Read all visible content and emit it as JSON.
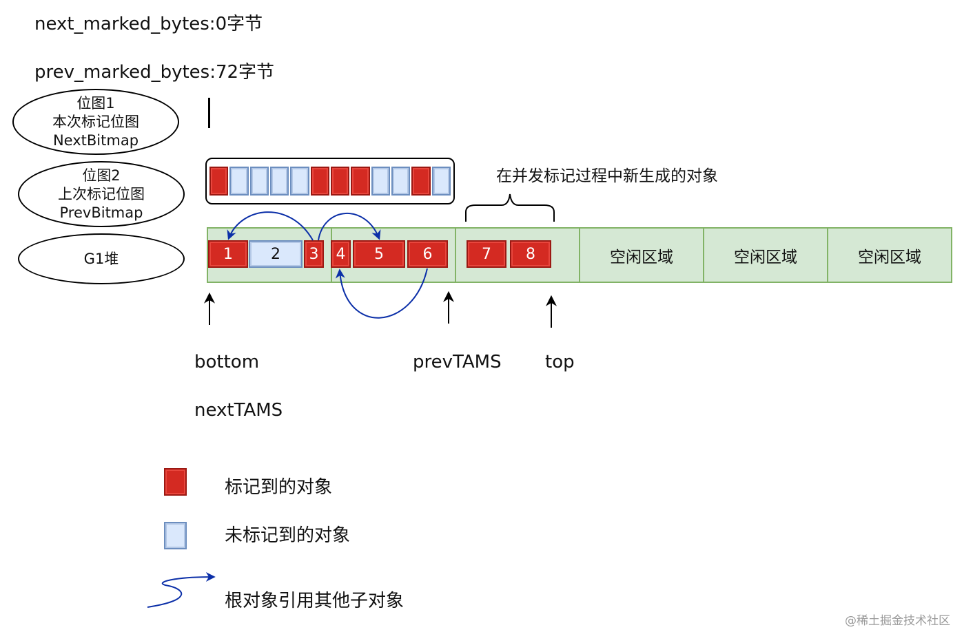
{
  "header": {
    "next_marked_bytes": "next_marked_bytes:0字节",
    "prev_marked_bytes": "prev_marked_bytes:72字节"
  },
  "ellipses": [
    {
      "lines": [
        "位图1",
        "本次标记位图",
        "NextBitmap"
      ]
    },
    {
      "lines": [
        "位图2",
        "上次标记位图",
        "PrevBitmap"
      ]
    },
    {
      "lines": [
        "G1堆"
      ]
    }
  ],
  "bitmap": {
    "cells": [
      "marked",
      "unmarked",
      "unmarked",
      "unmarked",
      "unmarked",
      "marked",
      "marked",
      "marked",
      "unmarked",
      "unmarked",
      "marked",
      "unmarked"
    ]
  },
  "brace_label": "在并发标记过程中新生成的对象",
  "heap": {
    "objects": [
      {
        "label": "1",
        "state": "marked"
      },
      {
        "label": "2",
        "state": "unmarked"
      },
      {
        "label": "3",
        "state": "marked"
      },
      {
        "label": "4",
        "state": "marked"
      },
      {
        "label": "5",
        "state": "marked"
      },
      {
        "label": "6",
        "state": "marked"
      },
      {
        "label": "7",
        "state": "marked"
      },
      {
        "label": "8",
        "state": "marked"
      }
    ],
    "free_regions": [
      "空闲区域",
      "空闲区域",
      "空闲区域"
    ]
  },
  "pointers": {
    "bottom": "bottom",
    "prevTAMS": "prevTAMS",
    "top": "top",
    "nextTAMS": "nextTAMS"
  },
  "legend": {
    "marked": "标记到的对象",
    "unmarked": "未标记到的对象",
    "reference": "根对象引用其他子对象"
  },
  "watermark": "@稀土掘金技术社区",
  "colors": {
    "marked_fill": "#d42a22",
    "unmarked_fill": "#dae8fc",
    "region_fill": "#d5e8d4",
    "region_border": "#82b366",
    "arrow_blue": "#0b2fa8"
  }
}
